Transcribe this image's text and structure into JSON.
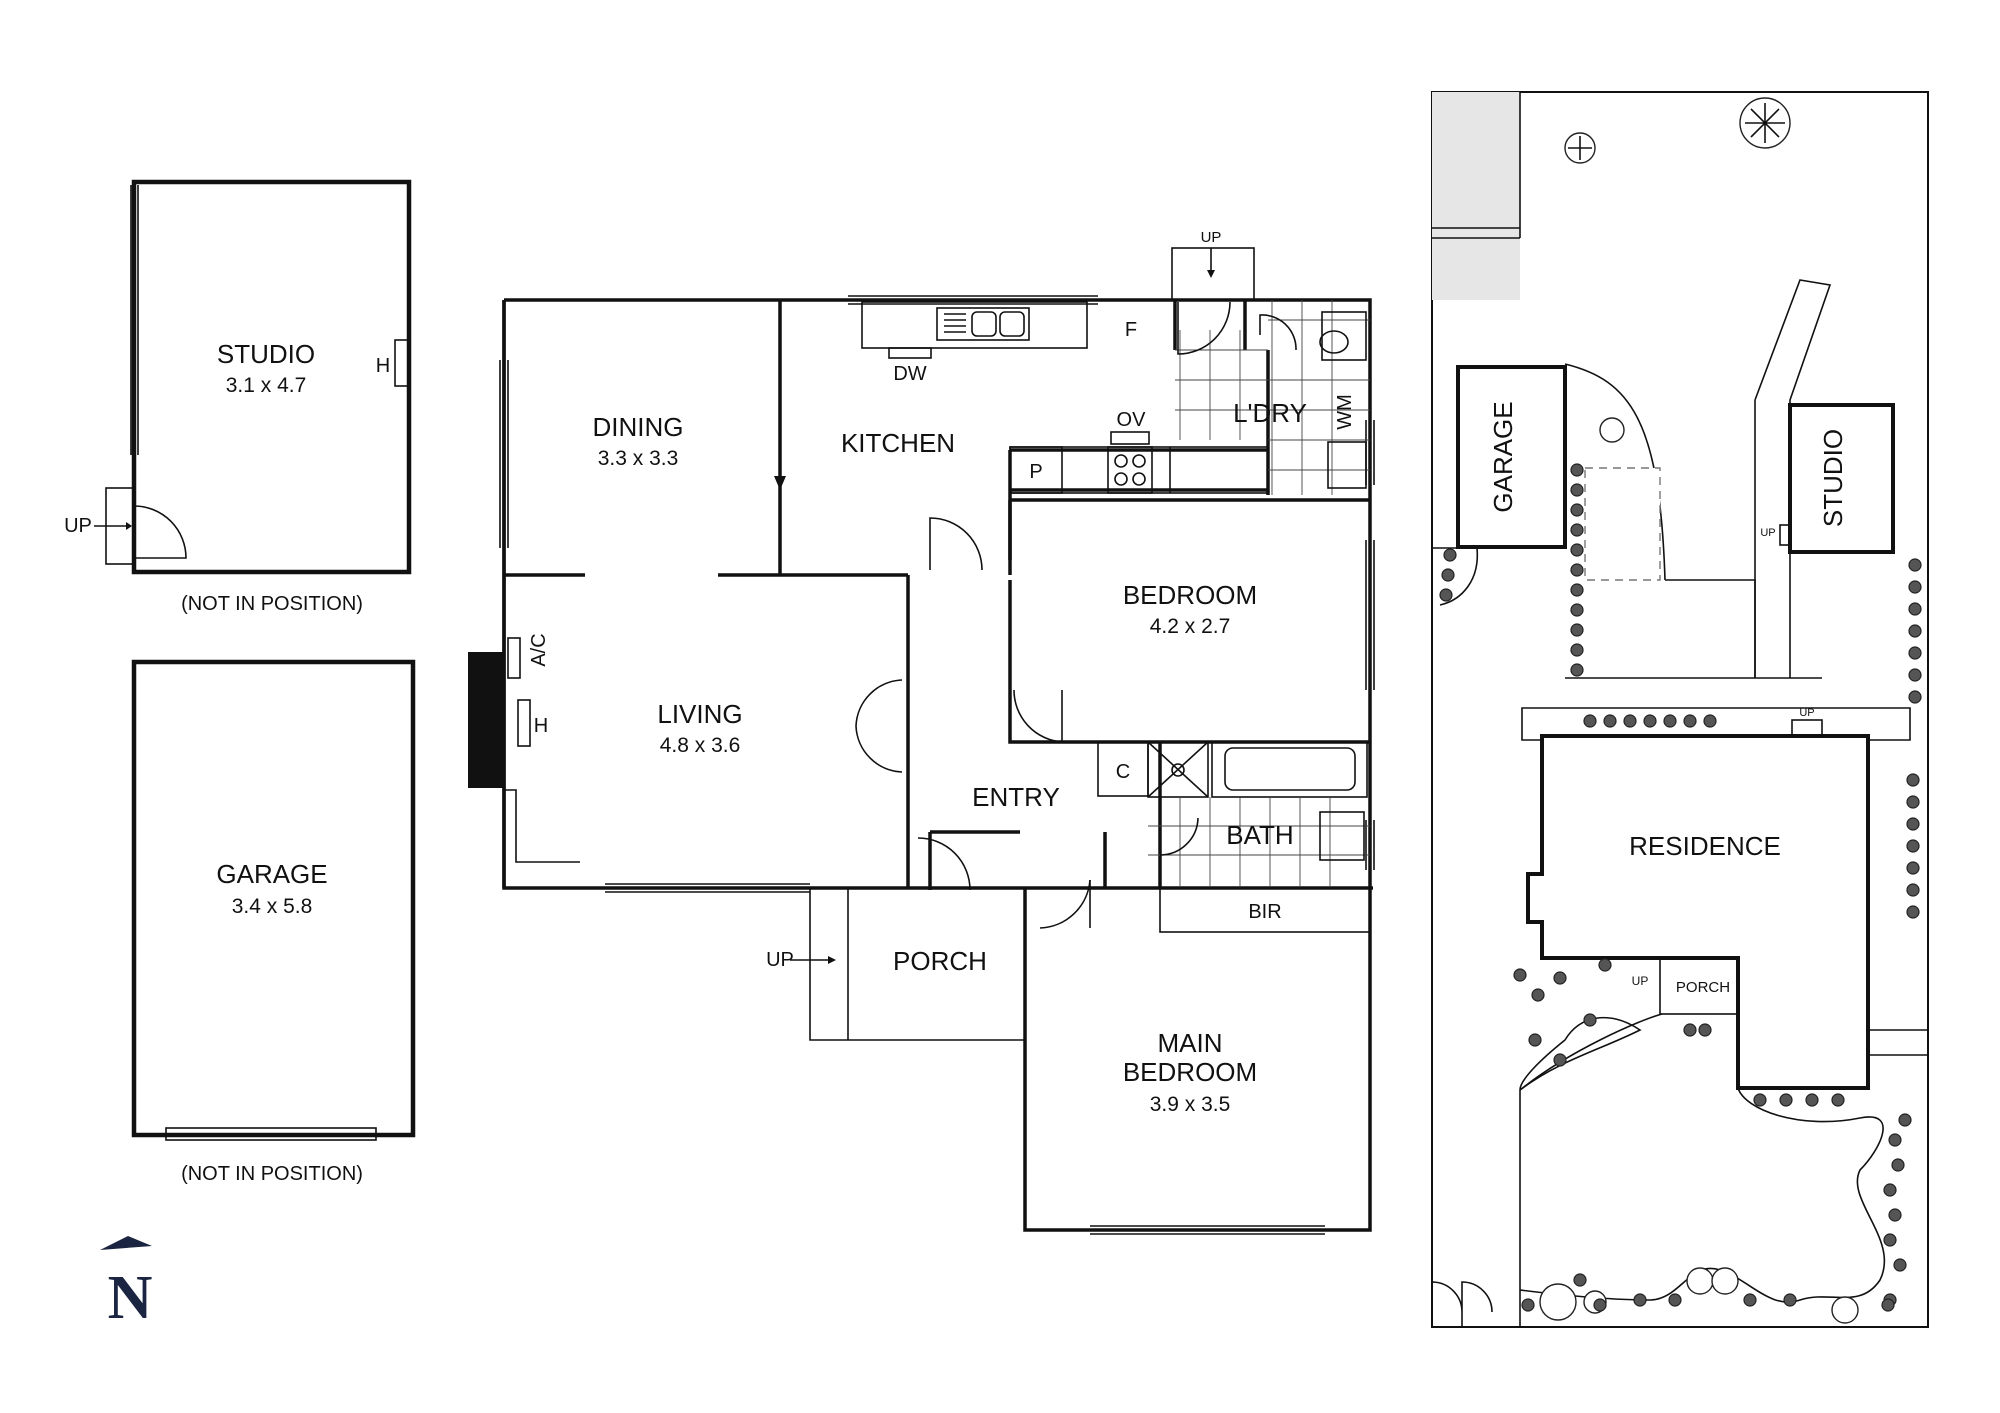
{
  "colors": {
    "wall": "#111111",
    "yard": "#e6e6e6",
    "paving": "#ffffff",
    "fireplace": "#111111",
    "north_arrow": "#1b2440"
  },
  "compass": {
    "label": "N"
  },
  "outbuildings": {
    "studio": {
      "name": "STUDIO",
      "size": "3.1 x 4.7",
      "heater": "H",
      "step": "UP",
      "note": "(NOT IN POSITION)"
    },
    "garage": {
      "name": "GARAGE",
      "size": "3.4 x 5.8",
      "note": "(NOT IN POSITION)"
    }
  },
  "rooms": {
    "dining": {
      "name": "DINING",
      "size": "3.3 x 3.3"
    },
    "kitchen": {
      "name": "KITCHEN"
    },
    "living": {
      "name": "LIVING",
      "size": "4.8 x 3.6"
    },
    "bedroom": {
      "name": "BEDROOM",
      "size": "4.2 x 2.7"
    },
    "main_bedroom": {
      "name_line1": "MAIN",
      "name_line2": "BEDROOM",
      "size": "3.9 x 3.5"
    },
    "entry": {
      "name": "ENTRY"
    },
    "porch": {
      "name": "PORCH"
    },
    "bath": {
      "name": "BATH"
    },
    "laundry": {
      "name": "L'DRY"
    },
    "bir": {
      "name": "BIR"
    }
  },
  "fixtures": {
    "dishwasher": "DW",
    "fridge": "F",
    "oven": "OV",
    "pantry": "P",
    "washing_machine": "WM",
    "cupboard": "C",
    "air_conditioner": "A/C",
    "heater": "H",
    "rear_step": "UP",
    "porch_step": "UP"
  },
  "site_plan": {
    "garage": "GARAGE",
    "studio": "STUDIO",
    "residence": "RESIDENCE",
    "porch": "PORCH",
    "studio_step": "UP",
    "rear_step": "UP",
    "porch_step": "UP"
  }
}
